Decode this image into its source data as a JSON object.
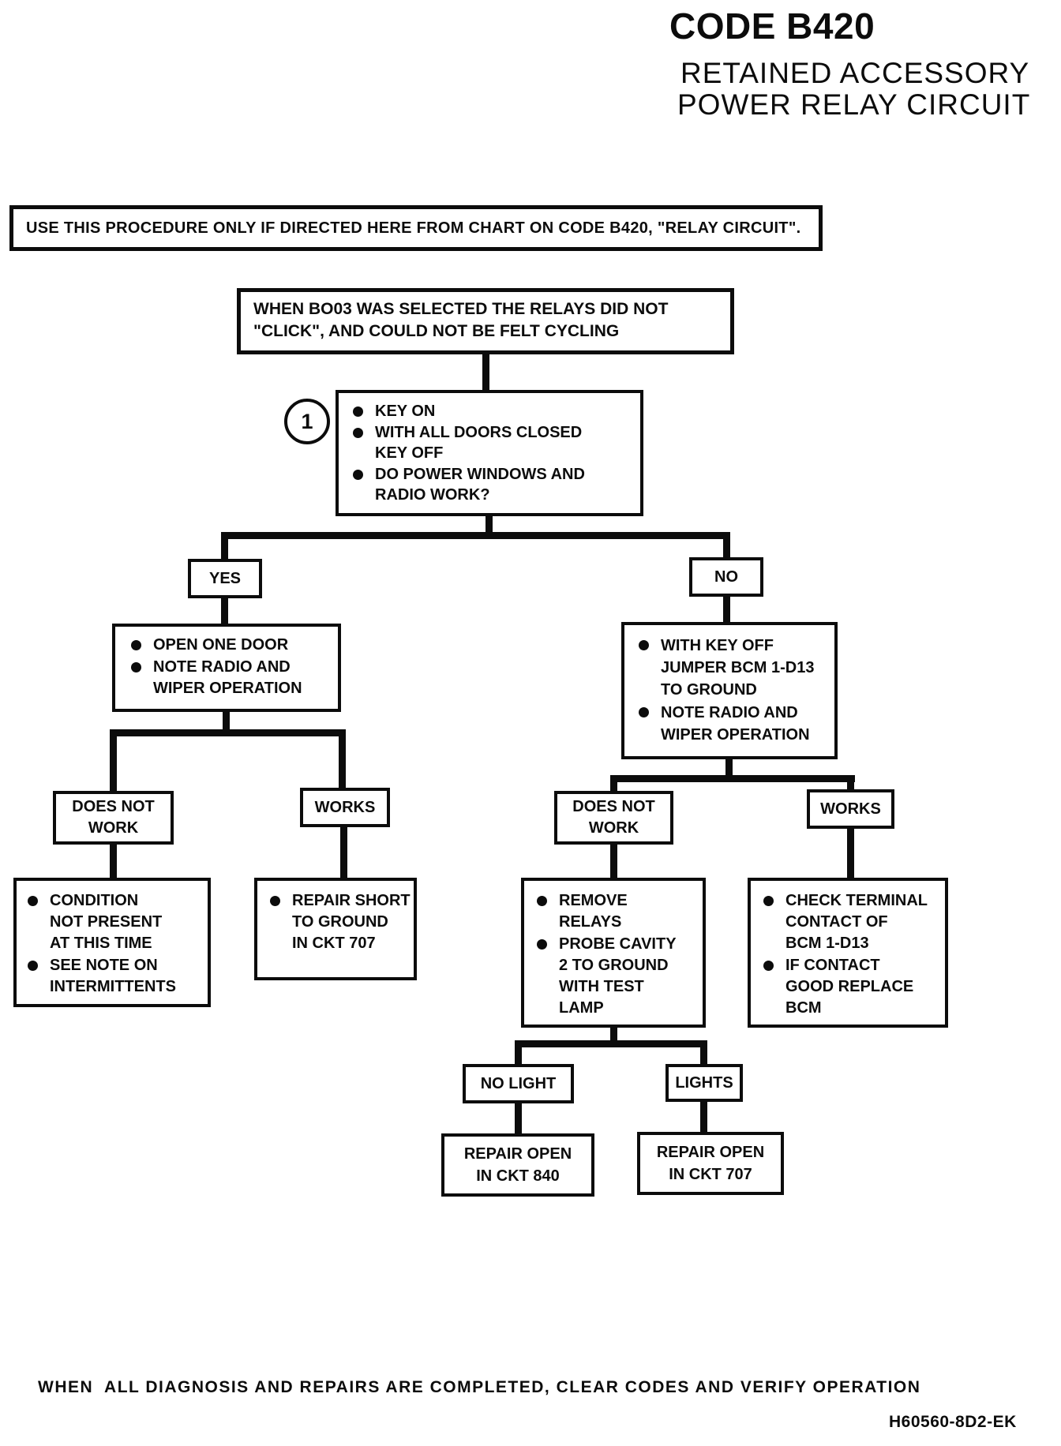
{
  "header": {
    "code": "CODE B420",
    "subtitle_line1": "RETAINED ACCESSORY",
    "subtitle_line2": "POWER RELAY CIRCUIT"
  },
  "banner": {
    "text": "USE THIS PROCEDURE ONLY IF DIRECTED HERE FROM CHART ON CODE B420, \"RELAY CIRCUIT\"."
  },
  "flow": {
    "start": "WHEN BO03 WAS SELECTED THE RELAYS DID NOT\n\"CLICK\", AND COULD NOT BE FELT CYCLING",
    "step1_marker": "1",
    "question1": {
      "bullets": [
        "KEY ON",
        "WITH ALL DOORS CLOSED\nKEY OFF",
        "DO POWER WINDOWS AND\nRADIO WORK?"
      ]
    },
    "branch_yes": "YES",
    "branch_no": "NO",
    "yes_action": {
      "bullets": [
        "OPEN ONE DOOR",
        "NOTE RADIO AND\nWIPER OPERATION"
      ]
    },
    "no_action": {
      "bullets": [
        "WITH KEY OFF\nJUMPER BCM 1-D13\nTO GROUND",
        "NOTE RADIO AND\nWIPER OPERATION"
      ]
    },
    "yes_does_not_work": "DOES NOT\nWORK",
    "yes_works": "WORKS",
    "yes_dnw_result": {
      "bullets": [
        "CONDITION\nNOT PRESENT\nAT THIS TIME",
        "SEE NOTE ON\nINTERMITTENTS"
      ]
    },
    "yes_works_result": {
      "bullets": [
        "REPAIR SHORT\nTO GROUND\nIN CKT 707"
      ]
    },
    "no_does_not_work": "DOES NOT\nWORK",
    "no_works": "WORKS",
    "no_dnw_action": {
      "bullets": [
        "REMOVE\nRELAYS",
        "PROBE CAVITY\n2 TO GROUND\nWITH TEST\nLAMP"
      ]
    },
    "no_works_result": {
      "bullets": [
        "CHECK TERMINAL\nCONTACT OF\nBCM 1-D13",
        "IF CONTACT\nGOOD REPLACE\nBCM"
      ]
    },
    "no_light": "NO LIGHT",
    "lights": "LIGHTS",
    "no_light_result": "REPAIR OPEN\nIN CKT 840",
    "lights_result": "REPAIR OPEN\nIN CKT 707"
  },
  "footer": {
    "note": "WHEN  ALL DIAGNOSIS AND REPAIRS ARE COMPLETED, CLEAR CODES AND VERIFY OPERATION",
    "reference": "H60560-8D2-EK"
  },
  "colors": {
    "ink": "#0c0c0c",
    "paper": "#ffffff"
  }
}
